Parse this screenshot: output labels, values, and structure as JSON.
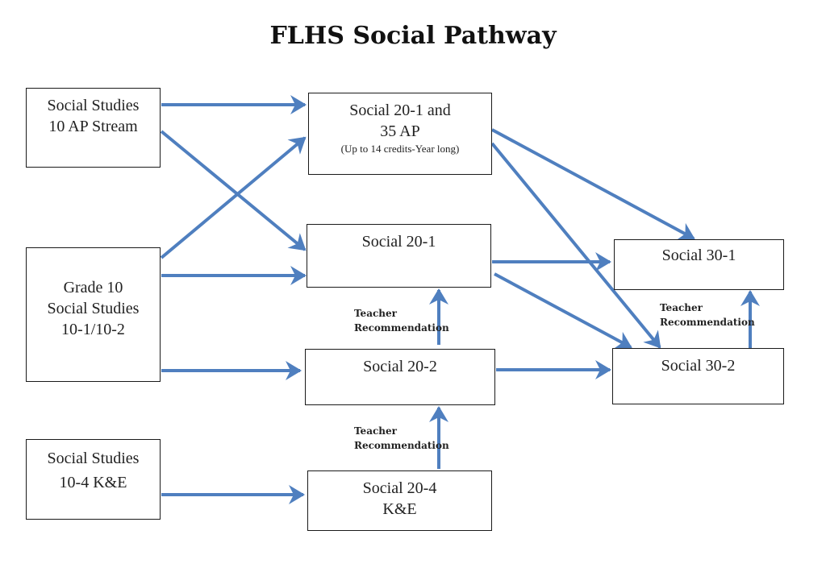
{
  "title": "FLHS Social Pathway",
  "nodes": {
    "ss10ap": {
      "line1": "Social Studies",
      "line2": "10 AP Stream"
    },
    "grade10": {
      "line1": "Grade 10",
      "line2": "Social Studies",
      "line3": "10-1/10-2"
    },
    "ss104": {
      "line1": "Social Studies",
      "line2": "10-4 K&E"
    },
    "s201ap": {
      "line1": "Social 20-1 and",
      "line2": "35 AP",
      "note": "(Up to 14 credits-Year long)"
    },
    "s201": {
      "line1": "Social 20-1"
    },
    "s202": {
      "line1": "Social 20-2"
    },
    "s204": {
      "line1": "Social 20-4",
      "line2": "K&E"
    },
    "s301": {
      "line1": "Social 30-1"
    },
    "s302": {
      "line1": "Social 30-2"
    }
  },
  "labels": {
    "rec_20_2_to_20_1": {
      "line1": "Teacher",
      "line2": "Recommendation"
    },
    "rec_20_4_to_20_2": {
      "line1": "Teacher",
      "line2": "Recommendation"
    },
    "rec_30_2_to_30_1": {
      "line1": "Teacher",
      "line2": "Recommendation"
    }
  },
  "edges": [
    {
      "from": "Social Studies 10 AP Stream",
      "to": "Social 20-1 and 35 AP"
    },
    {
      "from": "Social Studies 10 AP Stream",
      "to": "Social 20-1"
    },
    {
      "from": "Grade 10 Social Studies 10-1/10-2",
      "to": "Social 20-1 and 35 AP"
    },
    {
      "from": "Grade 10 Social Studies 10-1/10-2",
      "to": "Social 20-1"
    },
    {
      "from": "Grade 10 Social Studies 10-1/10-2",
      "to": "Social 20-2"
    },
    {
      "from": "Social Studies 10-4 K&E",
      "to": "Social 20-4 K&E"
    },
    {
      "from": "Social 20-1 and 35 AP",
      "to": "Social 30-1"
    },
    {
      "from": "Social 20-1 and 35 AP",
      "to": "Social 30-2"
    },
    {
      "from": "Social 20-1",
      "to": "Social 30-1"
    },
    {
      "from": "Social 20-1",
      "to": "Social 30-2"
    },
    {
      "from": "Social 20-2",
      "to": "Social 30-2"
    },
    {
      "from": "Social 20-2",
      "to": "Social 20-1",
      "label": "Teacher Recommendation"
    },
    {
      "from": "Social 20-4 K&E",
      "to": "Social 20-2",
      "label": "Teacher Recommendation"
    },
    {
      "from": "Social 30-2",
      "to": "Social 30-1",
      "label": "Teacher Recommendation"
    }
  ],
  "colors": {
    "arrow": "#4f7fbf",
    "border": "#1a1a1a"
  }
}
